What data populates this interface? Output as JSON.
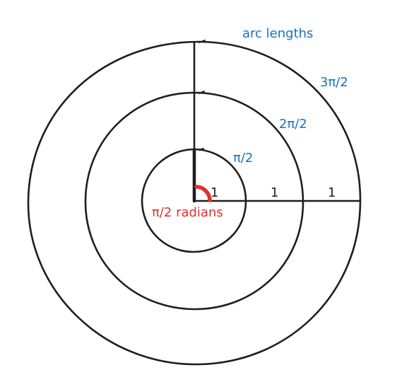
{
  "diagram": {
    "title": "arc lengths",
    "arc_labels": {
      "inner": "π/2",
      "middle": "2π/2",
      "outer": "3π/2"
    },
    "radius_labels": {
      "first": "1",
      "second": "1",
      "third": "1"
    },
    "angle_label": "π/2 radians"
  },
  "colors": {
    "ink": "#1e1e1e",
    "blue": "#1971c2",
    "red": "#e03131"
  }
}
